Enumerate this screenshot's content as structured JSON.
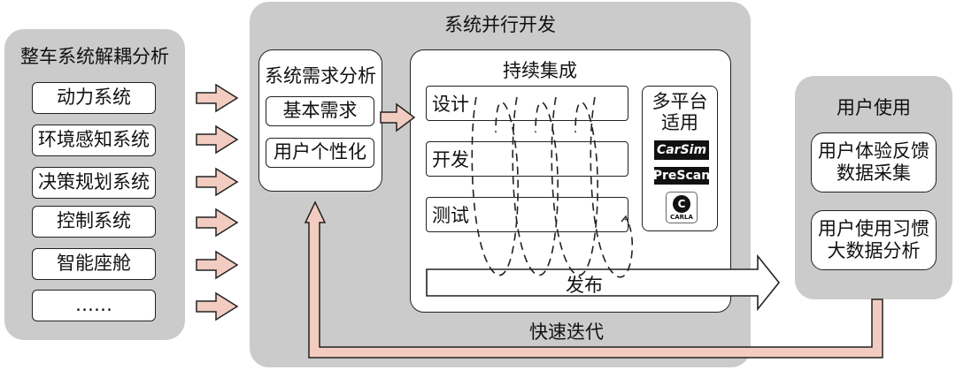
{
  "left_panel": {
    "title": "整车系统解耦分析",
    "items": [
      "动力系统",
      "环境感知系统",
      "决策规划系统",
      "控制系统",
      "智能座舱",
      "……"
    ]
  },
  "center_panel": {
    "title": "系统并行开发",
    "bottom_label": "快速迭代",
    "requirements": {
      "title": "系统需求分析",
      "items": [
        "基本需求",
        "用户个性化"
      ]
    },
    "ci": {
      "title": "持续集成",
      "stages": [
        "设计",
        "开发",
        "测试"
      ],
      "release": "发布",
      "platforms_title": "多平台\n适用",
      "logos": [
        "CarSim",
        "PreScan",
        "CARLA"
      ]
    }
  },
  "right_panel": {
    "title": "用户使用",
    "items": [
      "用户体验反馈\n数据采集",
      "用户使用习惯\n大数据分析"
    ]
  },
  "colors": {
    "panel_gray": "#cbcbcb",
    "arrow_fill": "#f2ccc0",
    "stroke": "#222222"
  }
}
